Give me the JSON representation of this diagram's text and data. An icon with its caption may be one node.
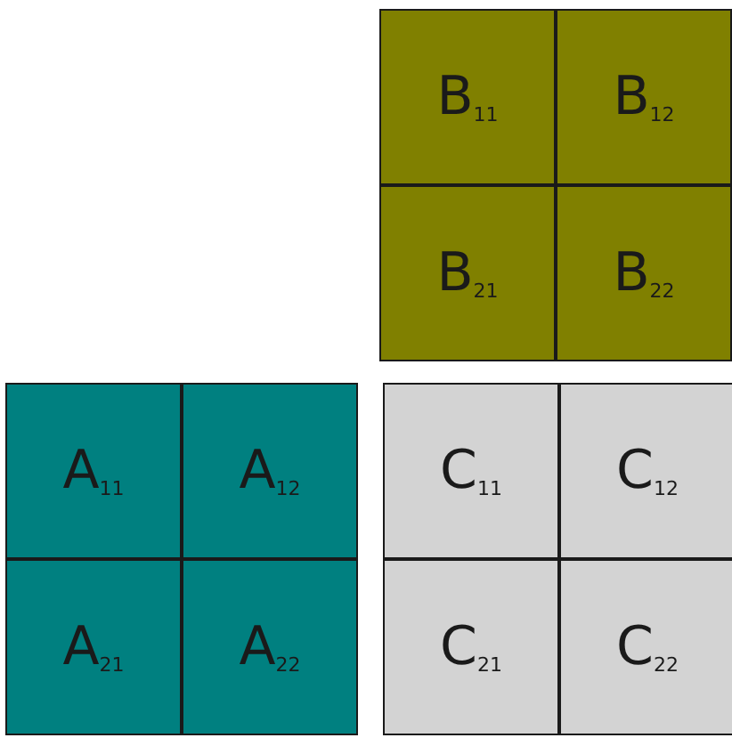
{
  "diagram": {
    "nodes": [
      {
        "text": [
          "B$_{11}$"
        ]
      },
      {
        "text": [
          "B$_{12}$"
        ]
      },
      {
        "text": [
          "B$_{21}$"
        ]
      },
      {
        "text": [
          "B$_{22}$"
        ]
      },
      {
        "text": [
          "A$_{11}$"
        ]
      },
      {
        "text": [
          "A$_{12}$"
        ]
      },
      {
        "text": [
          "C$_{11}$"
        ]
      },
      {
        "text": [
          "C$_{12}$"
        ]
      },
      {
        "text": [
          "A$_{21}$"
        ]
      },
      {
        "text": [
          "A$_{22}$"
        ]
      },
      {
        "text": [
          "C$_{21}$"
        ]
      },
      {
        "text": [
          "C$_{22}$"
        ]
      }
    ]
  }
}
